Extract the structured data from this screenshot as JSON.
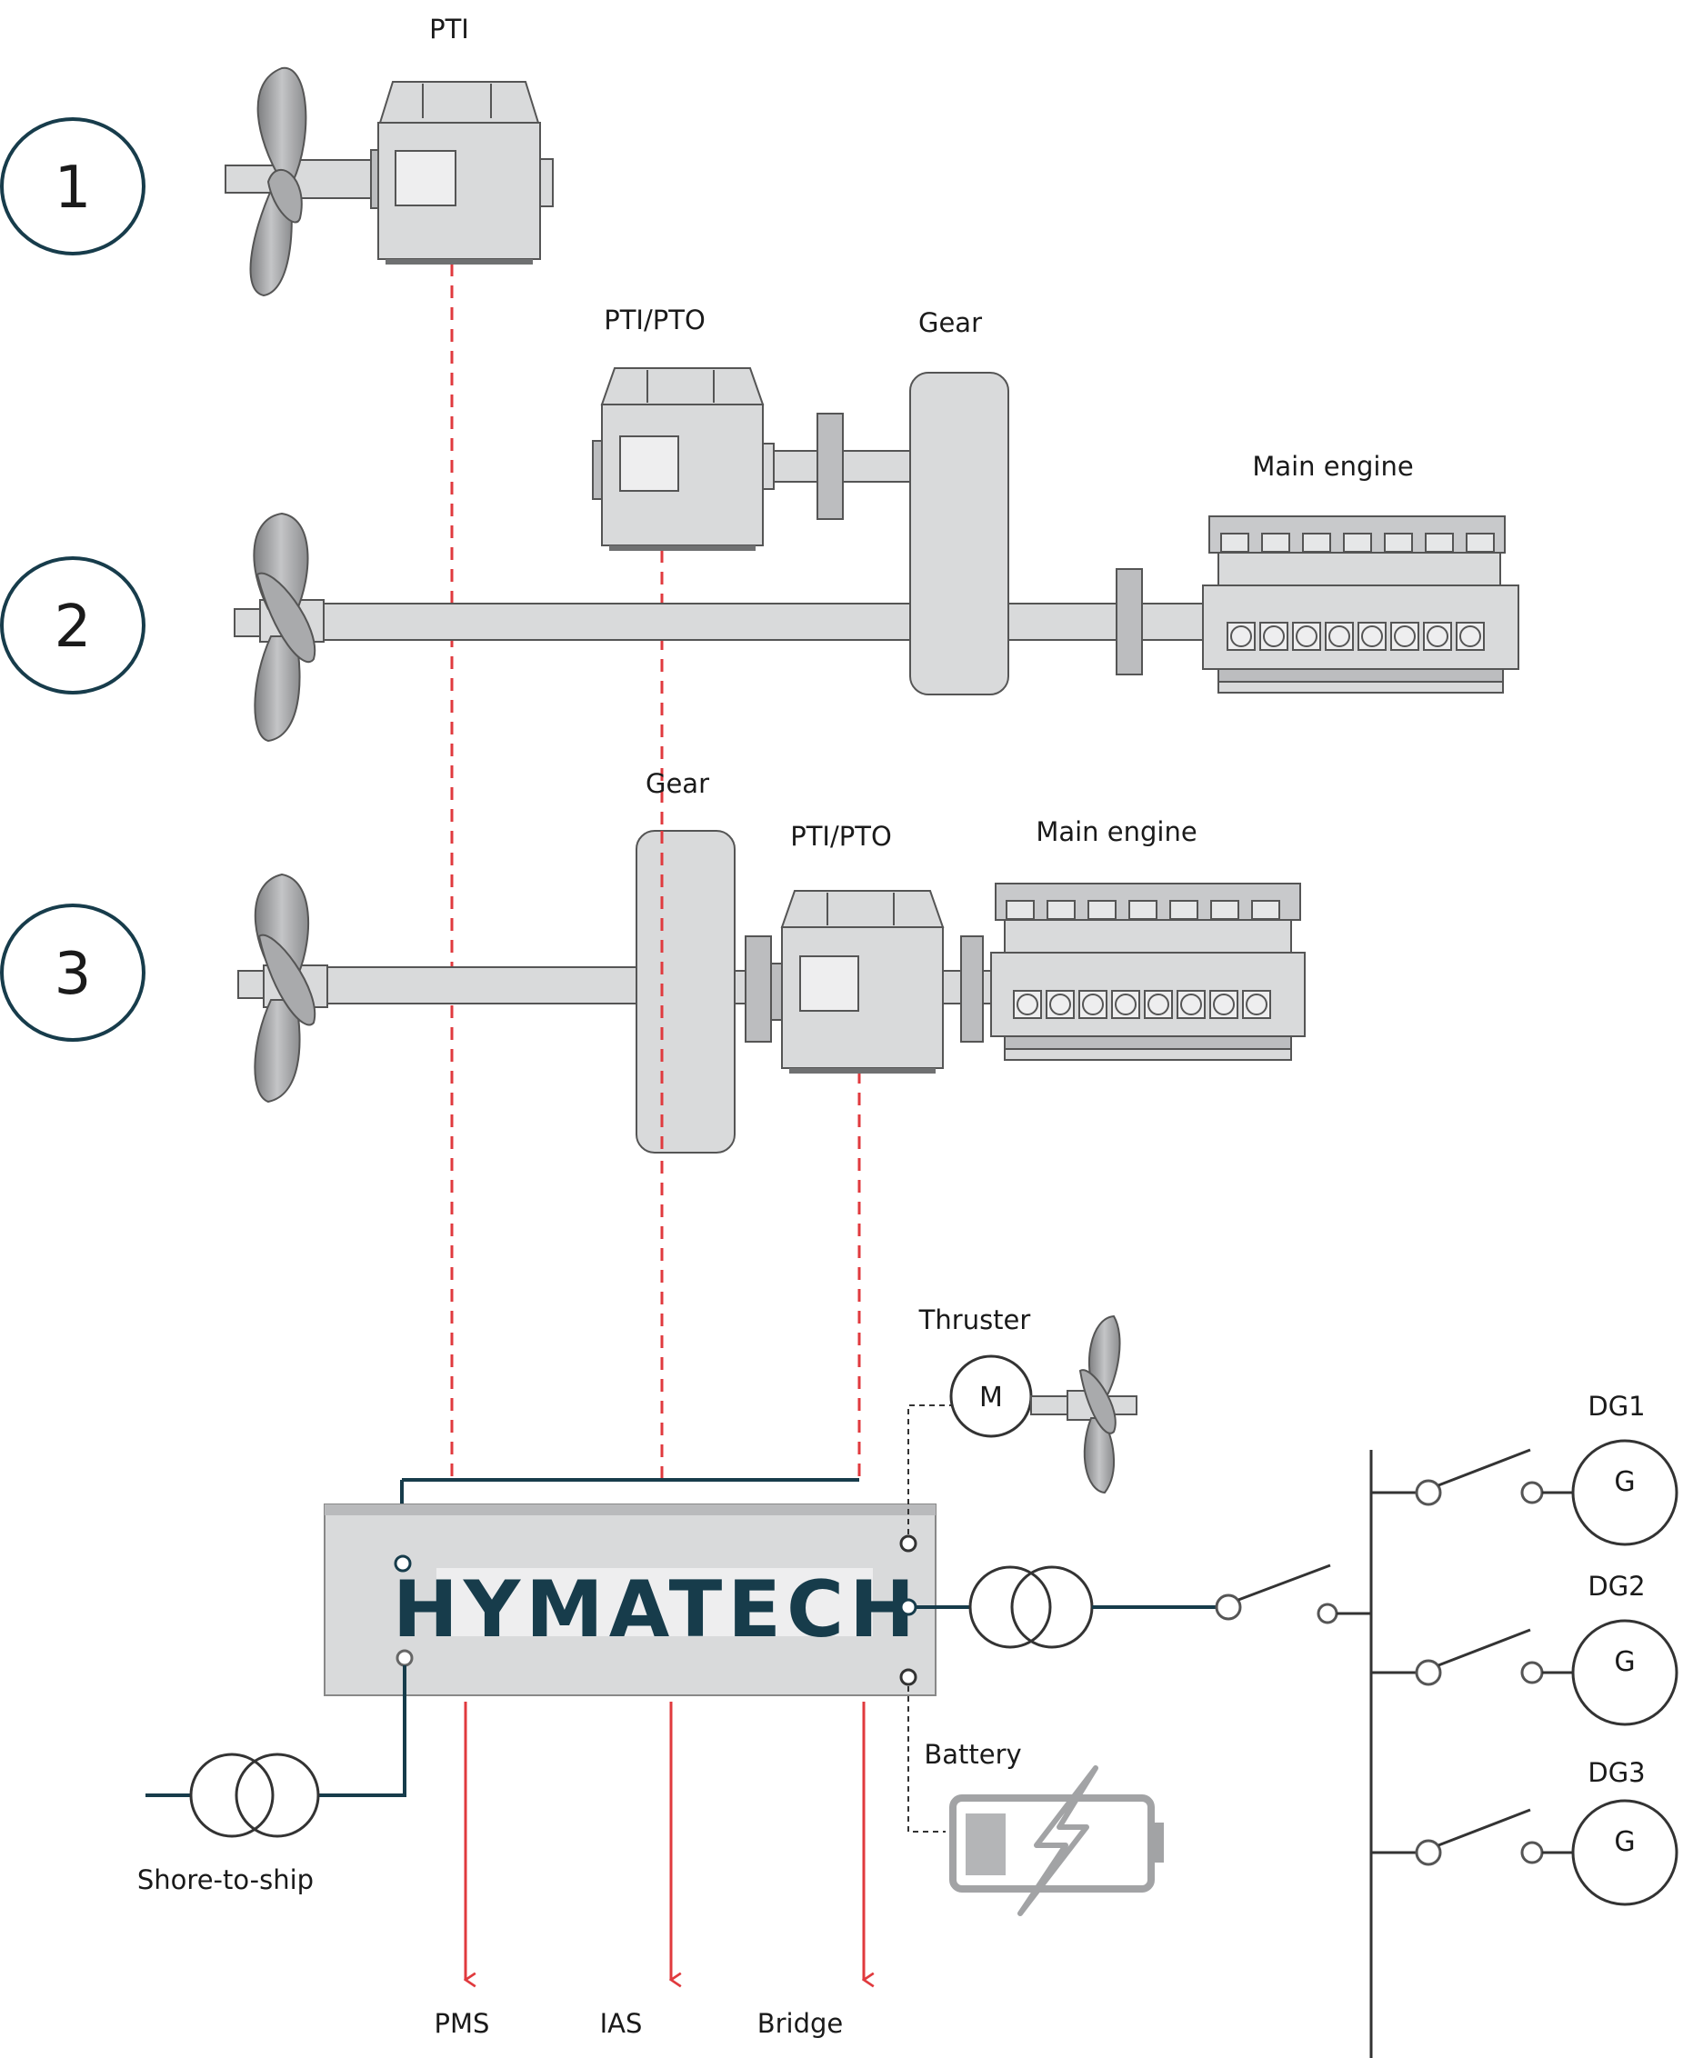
{
  "scenarios": [
    {
      "number": "1"
    },
    {
      "number": "2"
    },
    {
      "number": "3"
    }
  ],
  "labels": {
    "pti": "PTI",
    "pti_pto_2": "PTI/PTO",
    "gear_2": "Gear",
    "main_engine_2": "Main engine",
    "gear_3": "Gear",
    "pti_pto_3": "PTI/PTO",
    "main_engine_3": "Main engine",
    "thruster": "Thruster",
    "motor_symbol": "M",
    "battery": "Battery",
    "shore_to_ship": "Shore-to-ship",
    "dg1": "DG1",
    "dg2": "DG2",
    "dg3": "DG3",
    "generator_symbol": "G"
  },
  "controller": {
    "brand": "HYMATECH"
  },
  "outputs": [
    "PMS",
    "IAS",
    "Bridge"
  ],
  "colors": {
    "brand": "#173c4b",
    "signal_red": "#e03a3e",
    "equipment_grey": "#d9dadb",
    "outline": "#555555",
    "propeller": "#9a9b9d"
  }
}
